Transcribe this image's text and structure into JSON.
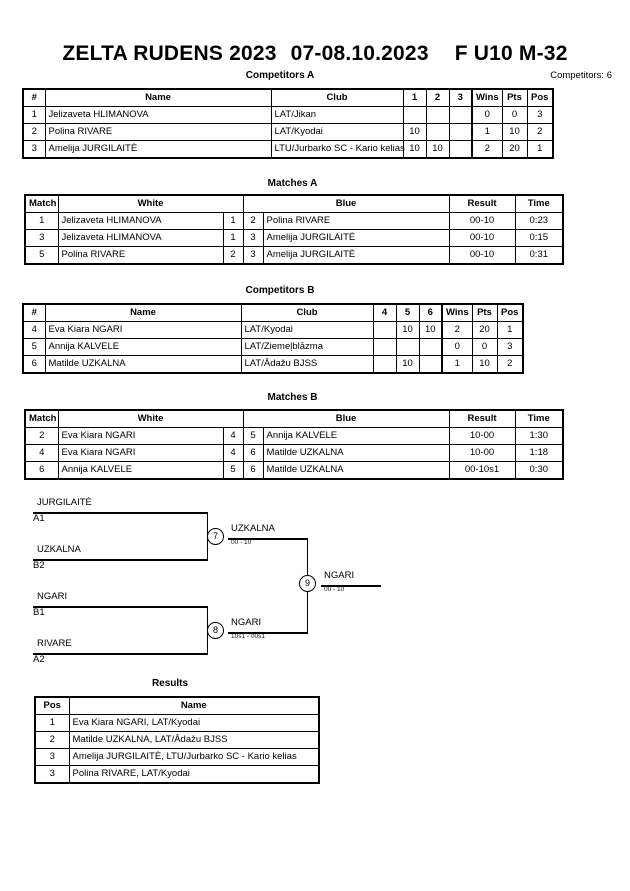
{
  "header": {
    "event": "ZELTA RUDENS 2023",
    "dates": "07-08.10.2023",
    "category": "F U10 M-32",
    "competitors_label": "Competitors: 6"
  },
  "pools": [
    {
      "caption": "Competitors A",
      "columns": [
        "#",
        "Name",
        "Club",
        "1",
        "2",
        "3",
        "Wins",
        "Pts",
        "Pos"
      ],
      "rows": [
        {
          "num": "1",
          "name": "Jelizaveta HLIMANOVA",
          "club": "LAT/Jikan",
          "s1": "",
          "s2": "",
          "s3": "",
          "wins": "0",
          "pts": "0",
          "pos": "3"
        },
        {
          "num": "2",
          "name": "Polina RIVARE",
          "club": "LAT/Kyodai",
          "s1": "10",
          "s2": "",
          "s3": "",
          "wins": "1",
          "pts": "10",
          "pos": "2"
        },
        {
          "num": "3",
          "name": "Amelija JURGILAITĖ",
          "club": "LTU/Jurbarko SC - Kario kelias",
          "s1": "10",
          "s2": "10",
          "s3": "",
          "wins": "2",
          "pts": "20",
          "pos": "1"
        }
      ]
    },
    {
      "caption": "Competitors B",
      "columns": [
        "#",
        "Name",
        "Club",
        "4",
        "5",
        "6",
        "Wins",
        "Pts",
        "Pos"
      ],
      "rows": [
        {
          "num": "4",
          "name": "Eva Kiara NGARI",
          "club": "LAT/Kyodai",
          "s1": "",
          "s2": "10",
          "s3": "10",
          "wins": "2",
          "pts": "20",
          "pos": "1"
        },
        {
          "num": "5",
          "name": "Annija KALVELE",
          "club": "LAT/Ziemeļblāzma",
          "s1": "",
          "s2": "",
          "s3": "",
          "wins": "0",
          "pts": "0",
          "pos": "3"
        },
        {
          "num": "6",
          "name": "Matilde UZKALNA",
          "club": "LAT/Ādažu BJSS",
          "s1": "",
          "s2": "10",
          "s3": "",
          "wins": "1",
          "pts": "10",
          "pos": "2"
        }
      ]
    }
  ],
  "matches": [
    {
      "caption": "Matches A",
      "columns": [
        "Match",
        "White",
        "",
        "",
        "Blue",
        "Result",
        "Time"
      ],
      "rows": [
        {
          "match": "1",
          "white": "Jelizaveta HLIMANOVA",
          "wn": "1",
          "bn": "2",
          "blue": "Polina RIVARE",
          "result": "00-10",
          "time": "0:23"
        },
        {
          "match": "3",
          "white": "Jelizaveta HLIMANOVA",
          "wn": "1",
          "bn": "3",
          "blue": "Amelija JURGILAITĖ",
          "result": "00-10",
          "time": "0:15"
        },
        {
          "match": "5",
          "white": "Polina RIVARE",
          "wn": "2",
          "bn": "3",
          "blue": "Amelija JURGILAITĖ",
          "result": "00-10",
          "time": "0:31"
        }
      ]
    },
    {
      "caption": "Matches B",
      "columns": [
        "Match",
        "White",
        "",
        "",
        "Blue",
        "Result",
        "Time"
      ],
      "rows": [
        {
          "match": "2",
          "white": "Eva Kiara NGARI",
          "wn": "4",
          "bn": "5",
          "blue": "Annija KALVELE",
          "result": "10-00",
          "time": "1:30"
        },
        {
          "match": "4",
          "white": "Eva Kiara NGARI",
          "wn": "4",
          "bn": "6",
          "blue": "Matilde UZKALNA",
          "result": "10-00",
          "time": "1:18"
        },
        {
          "match": "6",
          "white": "Annija KALVELE",
          "wn": "5",
          "bn": "6",
          "blue": "Matilde UZKALNA",
          "result": "00-10s1",
          "time": "0:30"
        }
      ]
    }
  ],
  "bracket": {
    "entries": [
      {
        "name": "JURGILAITĖ",
        "seed": "A1"
      },
      {
        "name": "UZKALNA",
        "seed": "B2"
      },
      {
        "name": "NGARI",
        "seed": "B1"
      },
      {
        "name": "RIVARE",
        "seed": "A2"
      }
    ],
    "nodes": [
      {
        "id": "7",
        "winner": "UZKALNA",
        "score": "00 - 10"
      },
      {
        "id": "8",
        "winner": "NGARI",
        "score": "10s1 - 00s1"
      },
      {
        "id": "9",
        "winner": "NGARI",
        "score": "00 - 10"
      }
    ]
  },
  "results": {
    "caption": "Results",
    "columns": [
      "Pos",
      "Name"
    ],
    "rows": [
      {
        "pos": "1",
        "name": "Eva Kiara NGARI, LAT/Kyodai"
      },
      {
        "pos": "2",
        "name": "Matilde UZKALNA, LAT/Ādažu BJSS"
      },
      {
        "pos": "3",
        "name": "Amelija JURGILAITĖ, LTU/Jurbarko SC - Kario kelias"
      },
      {
        "pos": "3",
        "name": "Polina RIVARE, LAT/Kyodai"
      }
    ]
  }
}
